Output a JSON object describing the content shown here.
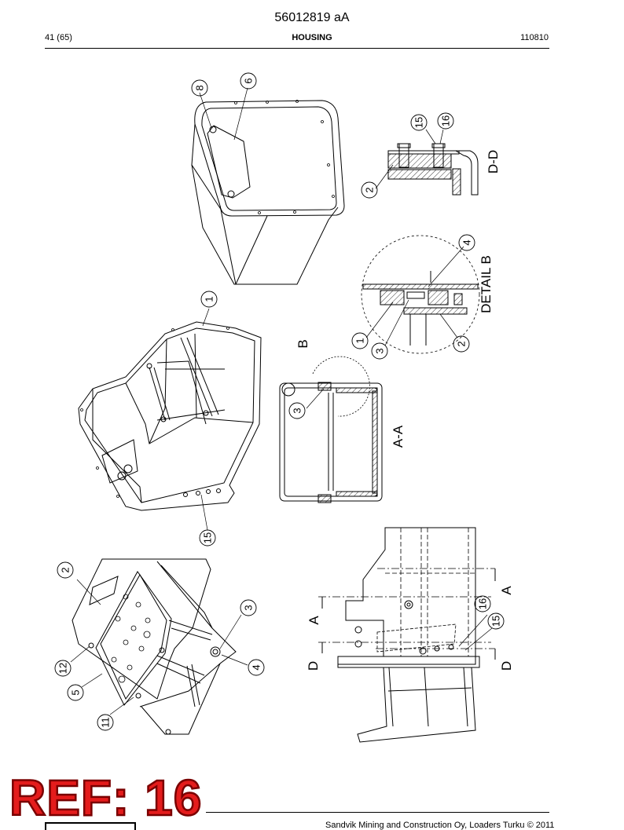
{
  "header": {
    "doc_number": "56012819 aA",
    "page": "41 (65)",
    "title": "HOUSING",
    "date": "110810"
  },
  "drawing": {
    "balloons": [
      "1",
      "2",
      "3",
      "4",
      "5",
      "6",
      "8",
      "11",
      "12",
      "15",
      "16"
    ],
    "labels": {
      "section_aa": "A-A",
      "section_dd": "D-D",
      "detail_b": "DETAIL B",
      "view_b": "B",
      "cut_a": "A",
      "cut_d": "D"
    }
  },
  "stamp": {
    "text": "REF: 16"
  },
  "footer": {
    "copyright": "Sandvik Mining and Construction Oy, Loaders Turku © 2011"
  }
}
